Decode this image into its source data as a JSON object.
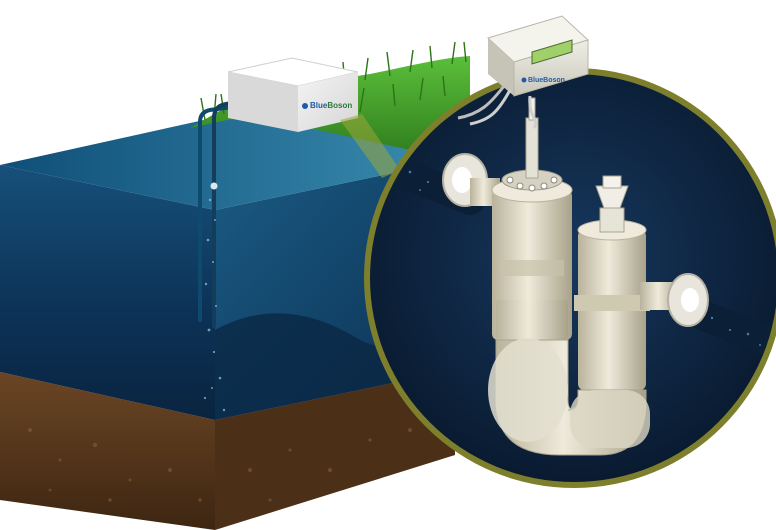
{
  "illustration": {
    "device_brand": "Blue Boson",
    "brand_word_1": "Blue",
    "brand_word_2": "Boson",
    "panel_brand": "BlueBoson"
  },
  "colors": {
    "water_dark": "#0b2a4a",
    "water_mid": "#1b5c86",
    "grass": "#3f9b2a",
    "soil": "#5a3a1f",
    "device_ivory": "#ddd8c3",
    "display_green": "#9fd06a",
    "zoom_ring": "#7e7f2c",
    "zoom_fill": "#0d2440"
  },
  "icons": {
    "brand_logo": "blue-dot-logo"
  }
}
